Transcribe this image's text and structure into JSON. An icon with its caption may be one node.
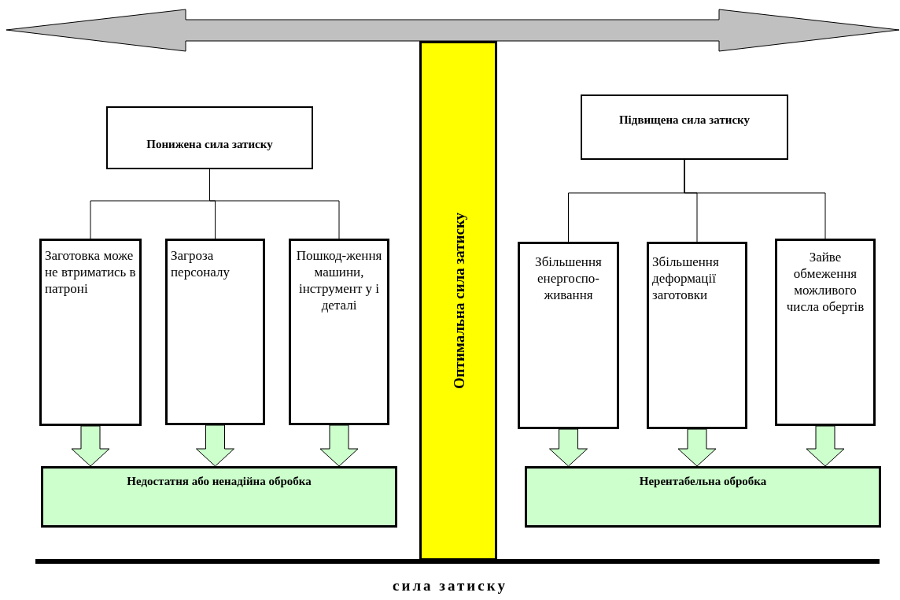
{
  "diagram": {
    "nodes": [
      {
        "text": [
          "Понижена сила затиску"
        ]
      },
      {
        "text": [
          "Заготовка може не втриматись в патроні"
        ]
      },
      {
        "text": [
          "Загроза персоналу"
        ]
      },
      {
        "text": [
          "Пошкод-ження машини, інструмент у і деталі"
        ]
      },
      {
        "text": [
          "Недостатня або ненадійна обробка"
        ]
      },
      {
        "text": [
          "Оптимальна сила затиску"
        ]
      },
      {
        "text": [
          "Підвищена сила затиску"
        ]
      },
      {
        "text": [
          "Збільшення енергоспо-живання"
        ]
      },
      {
        "text": [
          "Збільшення деформації заготовки"
        ]
      },
      {
        "text": [
          "Зайве обмеження можливого числа обертів"
        ]
      },
      {
        "text": [
          "Нерентабельна обробка"
        ]
      }
    ],
    "edges": [
      {
        "from": 0,
        "to": 1,
        "arrow": "none"
      },
      {
        "from": 0,
        "to": 2,
        "arrow": "none"
      },
      {
        "from": 0,
        "to": 3,
        "arrow": "none"
      },
      {
        "from": 6,
        "to": 7,
        "arrow": "none"
      },
      {
        "from": 6,
        "to": 8,
        "arrow": "none"
      },
      {
        "from": 6,
        "to": 9,
        "arrow": "none"
      },
      {
        "from": 1,
        "to": 4,
        "arrow": "to",
        "style": "thick",
        "color": "#ccffcc"
      },
      {
        "from": 2,
        "to": 4,
        "arrow": "to",
        "style": "thick",
        "color": "#ccffcc"
      },
      {
        "from": 3,
        "to": 4,
        "arrow": "to",
        "style": "thick",
        "color": "#ccffcc"
      },
      {
        "from": 7,
        "to": 10,
        "arrow": "to",
        "style": "thick",
        "color": "#ccffcc"
      },
      {
        "from": 8,
        "to": 10,
        "arrow": "to",
        "style": "thick",
        "color": "#ccffcc"
      },
      {
        "from": 9,
        "to": 10,
        "arrow": "to",
        "style": "thick",
        "color": "#ccffcc"
      }
    ],
    "labels": [
      "сила затиску"
    ]
  }
}
